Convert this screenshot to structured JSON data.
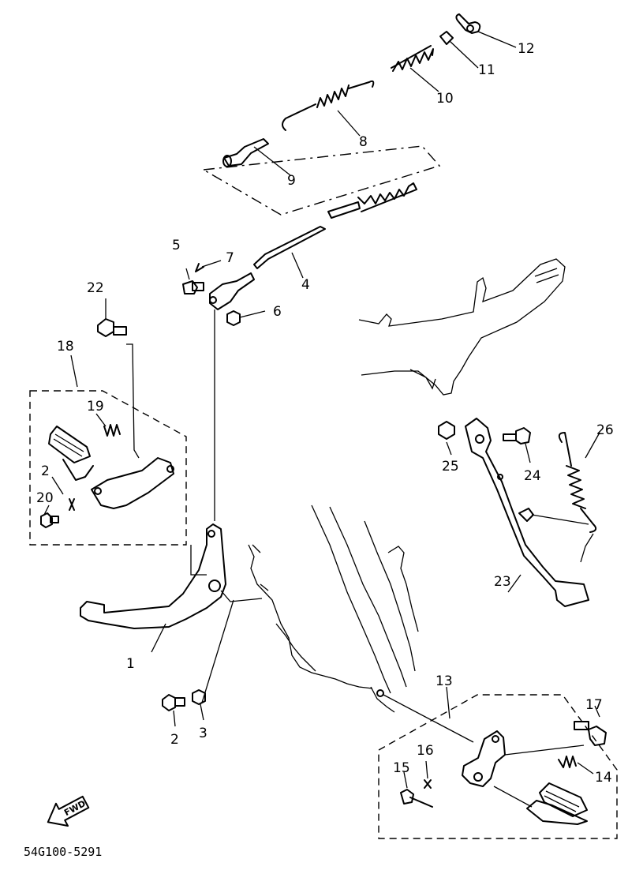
{
  "callouts": {
    "p1": "1",
    "p2a": "2",
    "p2b": "2",
    "p3": "3",
    "p4": "4",
    "p5": "5",
    "p6": "6",
    "p7": "7",
    "p8": "8",
    "p9": "9",
    "p10": "10",
    "p11": "11",
    "p12": "12",
    "p13": "13",
    "p14": "14",
    "p15": "15",
    "p16": "16",
    "p17": "17",
    "p18": "18",
    "p19": "19",
    "p20": "20",
    "p22": "22",
    "p23": "23",
    "p24": "24",
    "p25": "25",
    "p26": "26"
  },
  "fwd_label": "FWD",
  "diagram_code": "54G100-5291"
}
